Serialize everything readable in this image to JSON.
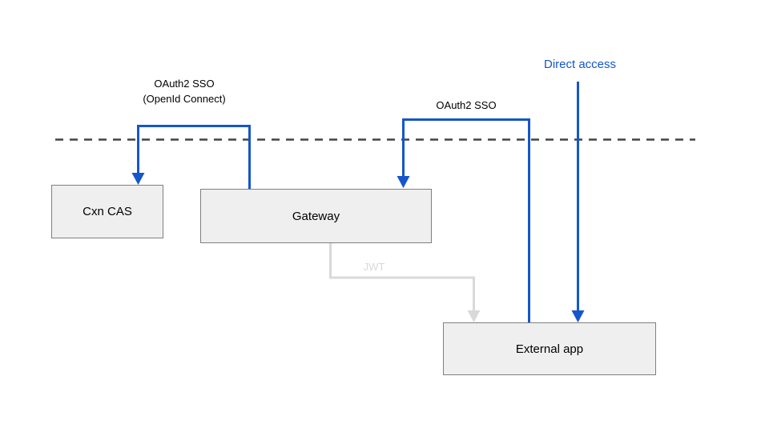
{
  "diagram": {
    "nodes": [
      {
        "id": "cxn-cas",
        "label": "Cxn CAS"
      },
      {
        "id": "gateway",
        "label": "Gateway"
      },
      {
        "id": "external-app",
        "label": "External app"
      }
    ],
    "edges": [
      {
        "id": "oauth2-openid",
        "from": "gateway",
        "to": "cxn-cas",
        "label_line1": "OAuth2 SSO",
        "label_line2": "(OpenId Connect)",
        "color": "#1556cb"
      },
      {
        "id": "oauth2-sso",
        "from": "external",
        "to": "gateway",
        "label": "OAuth2 SSO",
        "color": "#1556cb"
      },
      {
        "id": "direct-access",
        "from": "top",
        "to": "external-app",
        "label": "Direct access",
        "color": "#1556cb"
      },
      {
        "id": "jwt",
        "from": "gateway",
        "to": "external-app",
        "label": "JWT",
        "color": "#d9d9d9"
      }
    ],
    "labels": {
      "oauth2_openid_line1": "OAuth2 SSO",
      "oauth2_openid_line2": "(OpenId Connect)",
      "oauth2_sso": "OAuth2 SSO",
      "direct_access": "Direct access",
      "jwt": "JWT"
    },
    "colors": {
      "arrow_blue": "#1556cb",
      "arrow_gray": "#d9d9d9",
      "dashed_line": "#434343",
      "node_fill": "#efefef",
      "node_border": "#7f7f7f",
      "text": "#000000",
      "background": "#ffffff"
    }
  }
}
